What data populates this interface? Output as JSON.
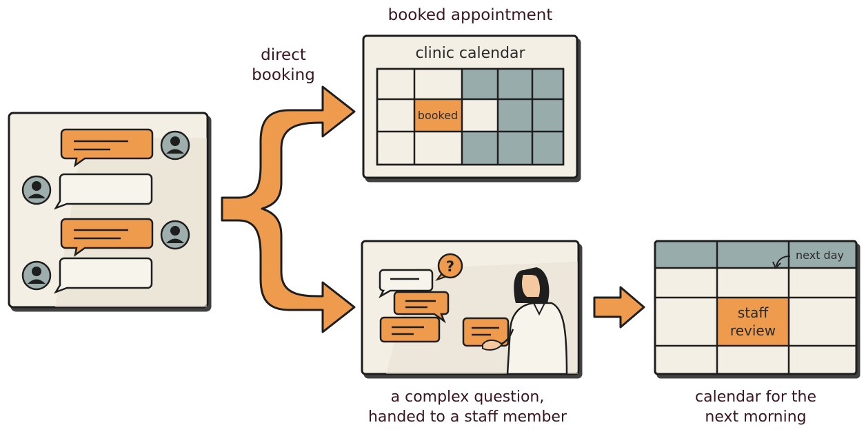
{
  "labels": {
    "direct_booking": [
      "direct",
      "booking"
    ],
    "booked_appointment": "booked appointment",
    "complex_question": [
      "a complex question,",
      "handed to a staff member"
    ],
    "calendar_next_morning": [
      "calendar for the",
      "next morning"
    ]
  },
  "clinic_calendar": {
    "title": "clinic calendar",
    "booked_cell_text": "booked"
  },
  "next_calendar": {
    "note": "next day",
    "review_cell_text": [
      "staff",
      "review"
    ]
  },
  "icons": {
    "question_bubble": "question-mark",
    "avatars": "person"
  },
  "colors": {
    "orange": "#ef9b4e",
    "teal": "#98acab",
    "cream": "#f3efe4",
    "outline": "#1e1e1e",
    "label_text": "#3a1620"
  }
}
